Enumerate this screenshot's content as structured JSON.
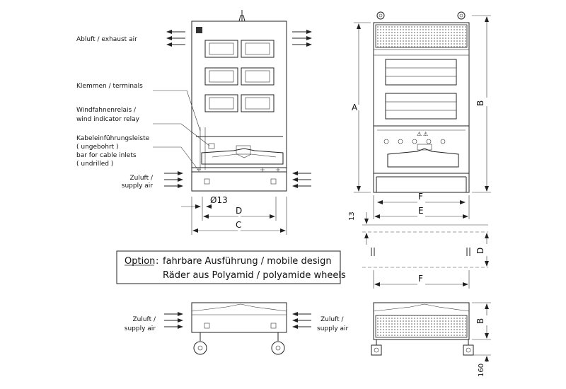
{
  "labels": {
    "exhaust": "Abluft / exhaust air",
    "terminals": "Klemmen / terminals",
    "relay_1": "Windfahnenrelais /",
    "relay_2": "wind indicator relay",
    "cable_1": "Kabeleinführungsleiste",
    "cable_2": "( ungebohrt )",
    "cable_3": "bar for cable inlets",
    "cable_4": "( undrilled )",
    "supply_1a": "Zuluft /",
    "supply_1b": "supply air",
    "supply_2a": "Zuluft /",
    "supply_2b": "supply air",
    "supply_3a": "Zuluft /",
    "supply_3b": "supply air"
  },
  "dimensions": {
    "A": "A",
    "B_top": "B",
    "B_bottom": "B",
    "C": "C",
    "D_left": "D",
    "D_right": "D",
    "E": "E",
    "F_top": "F",
    "F_bottom": "F",
    "dia": "Ø13",
    "d13": "13",
    "d160": "160"
  },
  "option": {
    "title": "Option",
    "colon": ":",
    "line1": "fahrbare Ausführung / mobile design",
    "line2": "Räder aus Polyamid / polyamide wheels"
  },
  "symbols": {
    "warning": "⚠"
  }
}
